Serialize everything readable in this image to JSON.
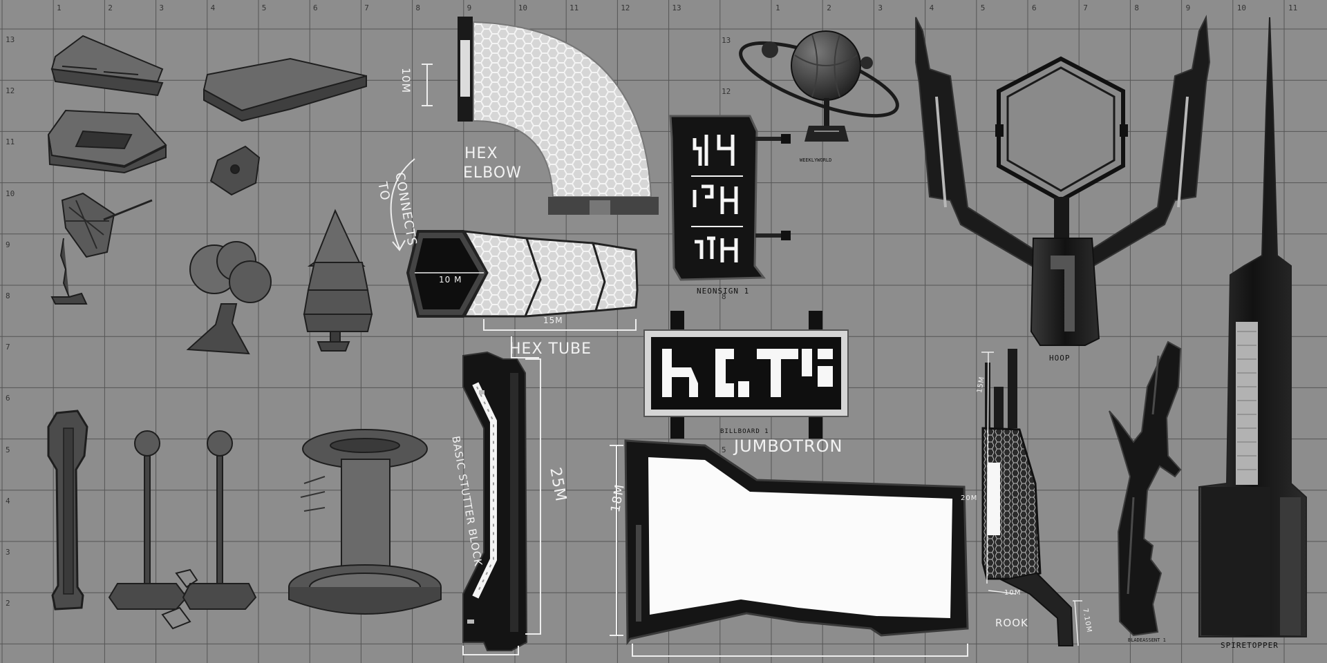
{
  "grid": {
    "top_numbers_left": [
      "1",
      "2",
      "3",
      "4",
      "5",
      "6",
      "7",
      "8",
      "9",
      "10",
      "11",
      "12",
      "13"
    ],
    "top_numbers_right": [
      "1",
      "2",
      "3",
      "4",
      "5",
      "6",
      "7",
      "8",
      "9",
      "10",
      "11"
    ],
    "side_numbers_left": [
      "13",
      "12",
      "11",
      "10",
      "9",
      "8",
      "7",
      "6",
      "5",
      "4",
      "3",
      "2"
    ],
    "side_numbers_mid": [
      "13",
      "12",
      "8",
      "5"
    ]
  },
  "annotations": {
    "hex_elbow_line1": "HEX",
    "hex_elbow_line2": "ELBOW",
    "connects_line1": "CONNECTS",
    "connects_line2": "TO",
    "elbow_dim": "10M",
    "hex_width": "10 M",
    "hex_length": "15M",
    "hex_tube": "HEX TUBE",
    "stutter_block": "BASIC STUTTER BLOCK",
    "stutter_dim": "25M",
    "jumbotron": "JUMBOTRON",
    "jumbo_dim": "18M",
    "rook": "ROOK",
    "rook_dim_top": "15M",
    "rook_dim_mid": "20M",
    "rook_dim_base": "10M",
    "rook_dim_side": "7.10M"
  },
  "labels": {
    "neon_sign": "NEONSIGN 1",
    "weekly_world": "WEEKLYWORLD",
    "billboard": "BILLBOARD 1",
    "hoop": "HOOP",
    "blade_accent": "BLADEASSENT 1",
    "spire_topper": "SPIRETOPPER"
  },
  "colors": {
    "background": "#8d8d8d",
    "grid_line": "#555555",
    "asset_dark": "#161616",
    "glow": "#ffffff"
  }
}
